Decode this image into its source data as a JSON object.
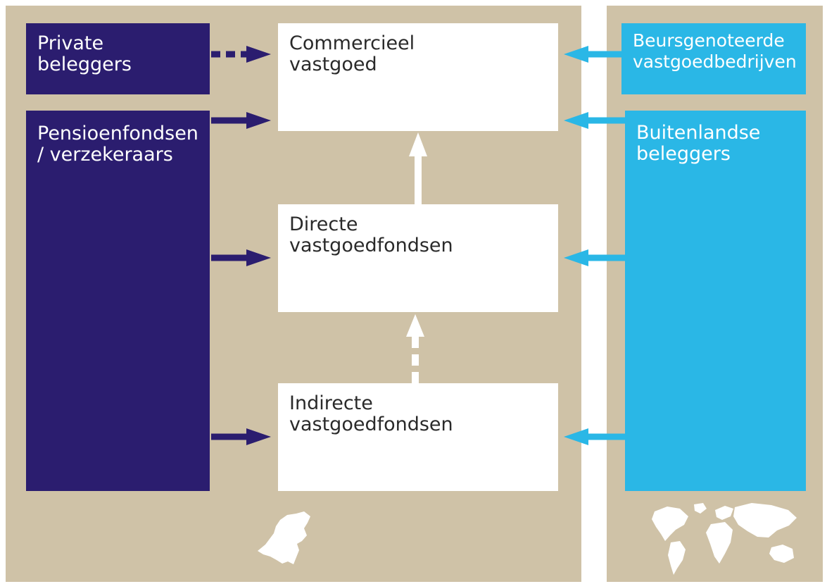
{
  "colors": {
    "panel": "#cfc2a7",
    "domestic": "#2b1d6f",
    "foreign": "#2ab7e6",
    "target": "#ffffff"
  },
  "nodes": {
    "private_investors": "Private\nbeleggers",
    "pension_funds": "Pensioenfondsen\n/ verzekeraars",
    "commercial_real_estate": "Commercieel\nvastgoed",
    "direct_funds": "Directe\nvastgoedfondsen",
    "indirect_funds": "Indirecte\nvastgoedfondsen",
    "listed_companies": "Beursgenoteerde\nvastgoedbedrijven",
    "foreign_investors": "Buitenlandse\nbeleggers"
  },
  "icons": {
    "domestic": "netherlands-map-icon",
    "foreign": "world-map-icon"
  },
  "edges": [
    {
      "from": "private_investors",
      "to": "commercial_real_estate",
      "style": "dashed"
    },
    {
      "from": "pension_funds",
      "to": "commercial_real_estate",
      "style": "solid"
    },
    {
      "from": "pension_funds",
      "to": "direct_funds",
      "style": "solid"
    },
    {
      "from": "pension_funds",
      "to": "indirect_funds",
      "style": "solid"
    },
    {
      "from": "listed_companies",
      "to": "commercial_real_estate",
      "style": "solid"
    },
    {
      "from": "foreign_investors",
      "to": "commercial_real_estate",
      "style": "solid"
    },
    {
      "from": "foreign_investors",
      "to": "direct_funds",
      "style": "solid"
    },
    {
      "from": "foreign_investors",
      "to": "indirect_funds",
      "style": "solid"
    },
    {
      "from": "direct_funds",
      "to": "commercial_real_estate",
      "style": "solid"
    },
    {
      "from": "indirect_funds",
      "to": "direct_funds",
      "style": "dashed"
    }
  ]
}
